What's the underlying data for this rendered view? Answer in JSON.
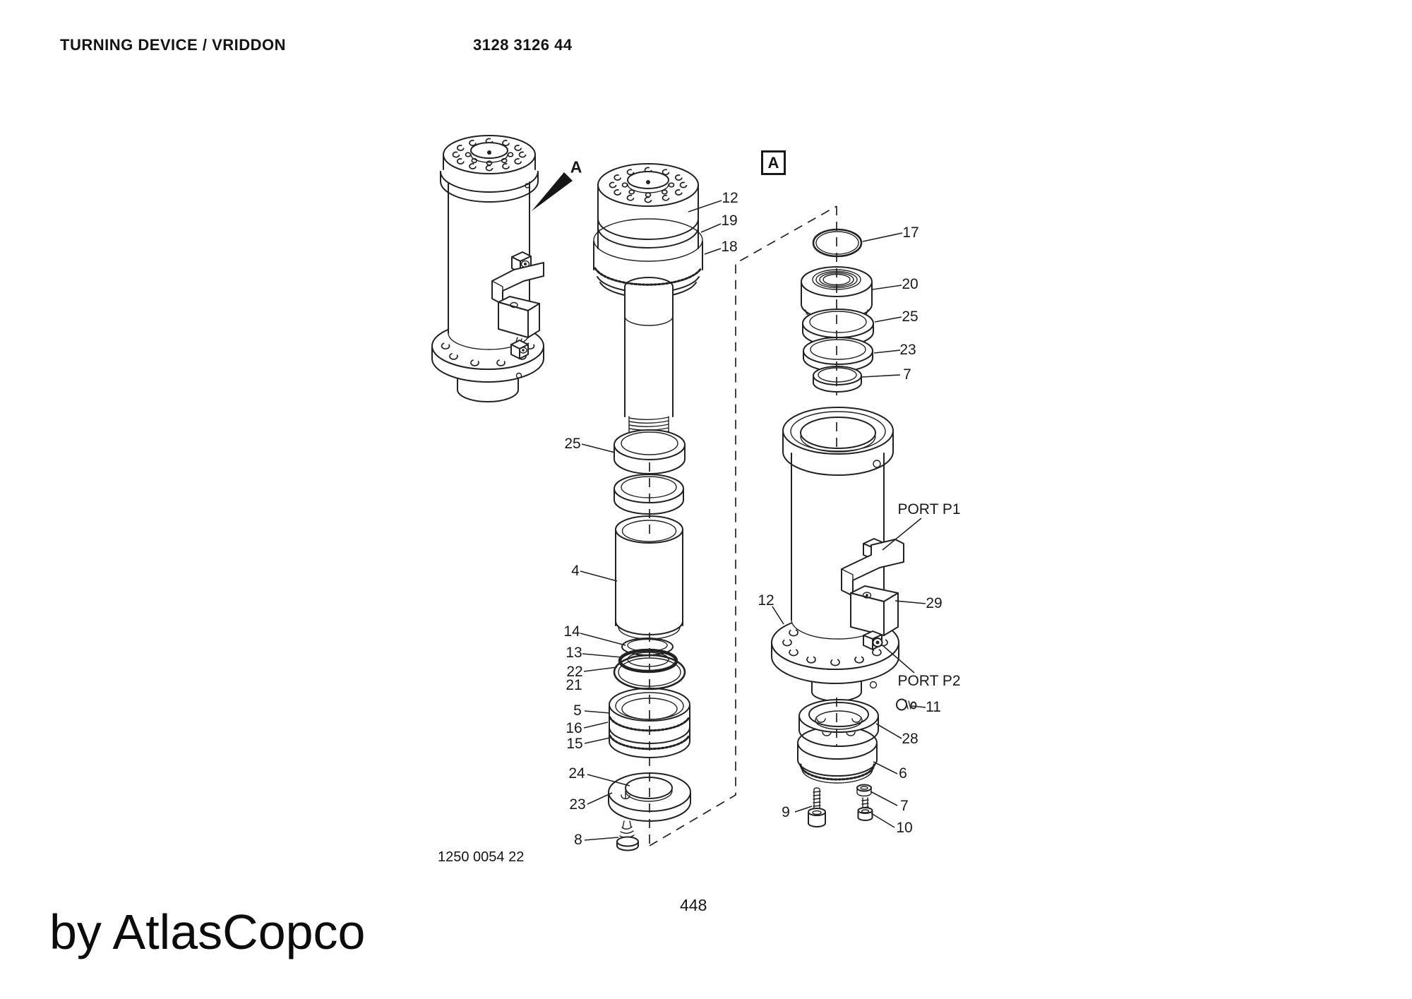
{
  "header": {
    "title": "TURNING DEVICE / VRIDDON",
    "doc_number": "3128 3126 44"
  },
  "footer": {
    "drawing_number": "1250 0054 22",
    "page_number": "448",
    "credit": "by AtlasCopco"
  },
  "view_labels": {
    "detail_arrow": "A",
    "detail_box": "A"
  },
  "labels": {
    "m12": "12",
    "m19": "19",
    "m18": "18",
    "m25": "25",
    "m4": "4",
    "m14": "14",
    "m13": "13",
    "m22": "22",
    "m21": "21",
    "m5": "5",
    "m16": "16",
    "m15": "15",
    "m24": "24",
    "m23": "23",
    "m8": "8",
    "r17": "17",
    "r20": "20",
    "r25": "25",
    "r23": "23",
    "r7": "7",
    "r12": "12",
    "r29": "29",
    "r11": "11",
    "r28": "28",
    "r6": "6",
    "r9": "9",
    "r7b": "7",
    "r10": "10",
    "port_p1": "PORT P1",
    "port_p2": "PORT P2"
  }
}
